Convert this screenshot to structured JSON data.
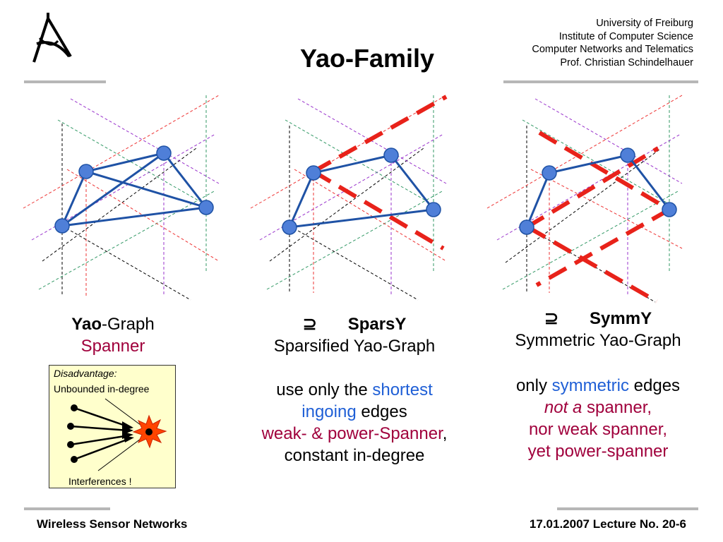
{
  "slide": {
    "title": "Yao-Family",
    "institution": [
      "University of Freiburg",
      "Institute of Computer Science",
      "Computer Networks and Telematics",
      "Prof. Christian Schindelhauer"
    ],
    "footer_left": "Wireless Sensor Networks",
    "footer_right": "17.01.2007 Lecture No. 20-6",
    "logo_icon": "freiburg-logo-icon"
  },
  "left": {
    "name_bold": "Yao",
    "name_rest": "-Graph",
    "property": "Spanner",
    "disadvantage_title": "Disadvantage:",
    "disadvantage_text": "Unbounded in-degree",
    "interferences": "Interferences !"
  },
  "middle": {
    "symbol": "⊇",
    "name": "SparsY",
    "subtitle": "Sparsified Yao-Graph",
    "line1_pre": "use only the ",
    "line1_blue": "shortest",
    "line2_blue": "ingoing",
    "line2_post": " edges",
    "line3_red": "weak- & power-Spanner",
    "line3_post": ",",
    "line4": "constant in-degree"
  },
  "right": {
    "symbol": "⊇",
    "name": "SymmY",
    "subtitle": "Symmetric Yao-Graph",
    "line1_pre": "only ",
    "line1_blue": "symmetric",
    "line1_post": " edges",
    "line2_italic": "not a",
    "line2_post": " spanner,",
    "line3": "nor weak spanner,",
    "line4": "yet power-spanner"
  },
  "colors": {
    "node": "#4f7fd8",
    "edge": "#1f52a5",
    "highlight": "#e8221a",
    "red_text": "#a0003c",
    "blue_text": "#1f5fd6",
    "note_bg": "#ffffcc"
  }
}
